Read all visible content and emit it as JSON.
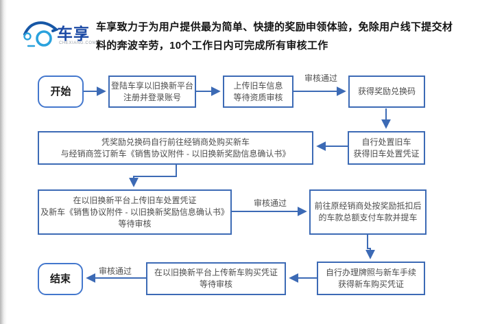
{
  "header": {
    "logo": {
      "brand": "车享",
      "domain_text": "CHEXIANG.COM",
      "icon": "car-logo-icon"
    },
    "tagline_line1": "车享致力于为用户提供最为简单、快捷的奖励申领体验，免除用户线下提交材",
    "tagline_line2": "料的奔波辛劳，10个工作日内可完成所有审核工作"
  },
  "flow": {
    "nodes": [
      {
        "id": "start",
        "type": "terminal",
        "lines": [
          "开始"
        ]
      },
      {
        "id": "register",
        "lines": [
          "登陆车享以旧换新平台",
          "注册并登录账号"
        ]
      },
      {
        "id": "upload-old-car",
        "lines": [
          "上传旧车信息",
          "等待资质审核"
        ]
      },
      {
        "id": "get-reward-code",
        "lines": [
          "获得奖励兑换码"
        ]
      },
      {
        "id": "buy-new-car",
        "lines": [
          "凭奖励兑换码自行前往经销商处购买新车",
          "与经销商签订新车《销售协议附件 - 以旧换新奖励信息确认书》"
        ]
      },
      {
        "id": "dispose-old-car",
        "lines": [
          "自行处置旧车",
          "获得旧车处置凭证"
        ]
      },
      {
        "id": "upload-disposal-voucher",
        "lines": [
          "在以旧换新平台上传旧车处置凭证",
          "及新车《销售协议附件 - 以旧换新奖励信息确认书》",
          "等待审核"
        ]
      },
      {
        "id": "pay-and-pickup",
        "lines": [
          "前往原经销商处按奖励抵扣后",
          "的车款总额支付车款并提车"
        ]
      },
      {
        "id": "end",
        "type": "terminal",
        "lines": [
          "结束"
        ]
      },
      {
        "id": "upload-purchase-voucher",
        "lines": [
          "在以旧换新平台上传新车购买凭证",
          "等待审核"
        ]
      },
      {
        "id": "license-procedures",
        "lines": [
          "自行办理牌照与新车手续",
          "获得新车购买凭证"
        ]
      }
    ],
    "edge_labels": [
      "审核通过",
      "审核通过",
      "审核通过"
    ]
  },
  "colors": {
    "accent": "#3c6ab5",
    "terminal_border": "#4377cd",
    "box_text": "#4c4c4c",
    "brand_dark_blue": "#1c4aa5",
    "logo_light_blue": "#2aa2dd",
    "logo_swoosh_blue": "#1757a6"
  }
}
